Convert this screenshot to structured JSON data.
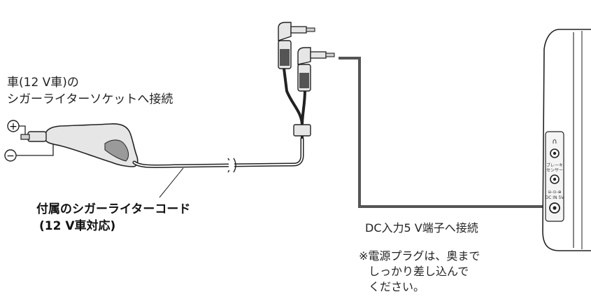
{
  "labels": {
    "socket_line1": "車(12 V車)の",
    "socket_line2": "シガーライターソケットへ接続",
    "cord_line1": "付属のシガーライターコード",
    "cord_line2": "(12 V車対応)",
    "dc_input": "DC入力5 V端子へ接続",
    "note_line1": "※電源プラグは、奥まで",
    "note_line2": "しっかり差し込んで",
    "note_line3": "ください。"
  },
  "device_labels": {
    "brake_line1": "ブレーキ",
    "brake_line2": "センサー",
    "dc_port": "DC IN 5V"
  },
  "terminals": {
    "plus": "+",
    "minus": "−"
  },
  "colors": {
    "line": "#222222",
    "plug_fill": "#e6e6e6",
    "plug_shadow": "#9a9a9a",
    "route_line": "#555555"
  }
}
